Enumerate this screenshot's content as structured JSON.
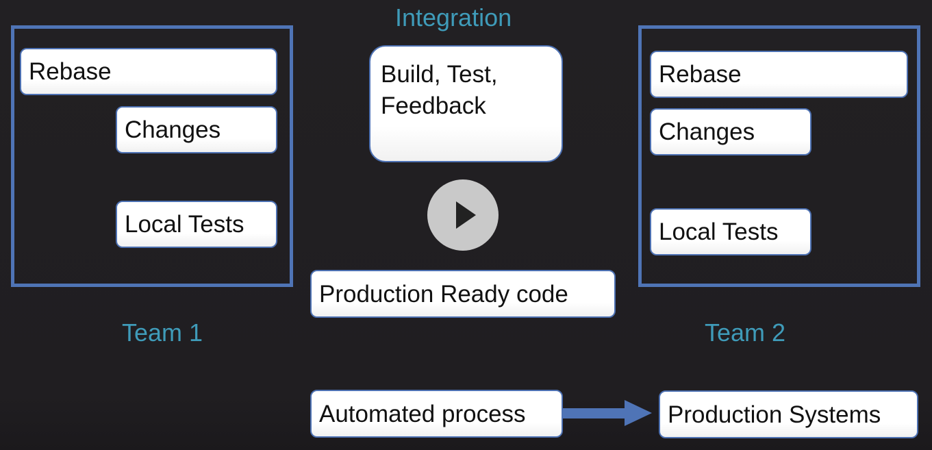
{
  "diagram": {
    "integration_title": "Integration",
    "team1": {
      "label": "Team 1",
      "rebase": "Rebase",
      "changes": "Changes",
      "local_tests": "Local Tests"
    },
    "team2": {
      "label": "Team 2",
      "rebase": "Rebase",
      "changes": "Changes",
      "local_tests": "Local Tests"
    },
    "center": {
      "build_test_feedback": "Build, Test, Feedback",
      "production_ready": "Production Ready code"
    },
    "pipeline": {
      "automated_process": "Automated process",
      "production_systems": "Production Systems"
    }
  },
  "player": {
    "play_icon": "play-icon"
  },
  "colors": {
    "background": "#211f22",
    "frame_blue": "#4f74b6",
    "label_teal": "#3f9bb9",
    "box_fill": "#ffffff"
  }
}
